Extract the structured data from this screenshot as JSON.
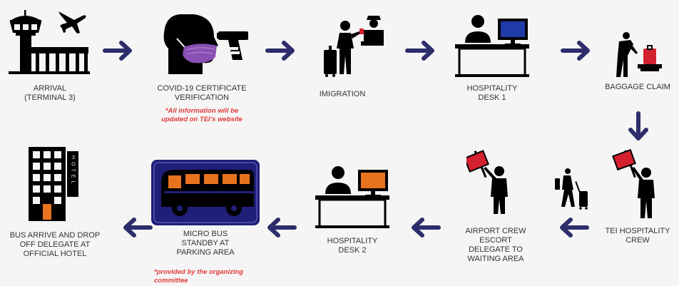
{
  "colors": {
    "arrow": "#2e2d6b",
    "icon": "#000000",
    "label": "#333333",
    "note": "#e03b3b",
    "purple": "#8a4fb3",
    "orange": "#e8731e",
    "red": "#d3212f",
    "navy": "#1f1f7a",
    "blue_screen": "#1f3ba8"
  },
  "steps": [
    {
      "id": "arrival",
      "icon": "airport-tower-plane-icon",
      "label": "ARRIVAL\n(TERMINAL 3)"
    },
    {
      "id": "covid",
      "icon": "mask-thermometer-icon",
      "label": "COVID-19 CERTIFICATE\nVERIFICATION",
      "note": "*All information will be\nupdated on TEI’s website"
    },
    {
      "id": "immigration",
      "icon": "passport-officer-icon",
      "label": "IMIGRATION"
    },
    {
      "id": "desk1",
      "icon": "reception-desk-icon",
      "label": "HOSPITALITY\nDESK 1"
    },
    {
      "id": "baggage",
      "icon": "baggage-claim-icon",
      "label": "BAGGAGE CLAIM"
    },
    {
      "id": "tei_crew",
      "icon": "sign-holder-icon",
      "label": "TEI HOSPITALITY\nCREW"
    },
    {
      "id": "airport_crew",
      "icon": "escort-crew-icon",
      "label": "AIRPORT CREW\nESCORT\nDELEGATE TO\nWAITING AREA"
    },
    {
      "id": "desk2",
      "icon": "reception-desk-icon",
      "label": "HOSPITALITY\nDESK 2"
    },
    {
      "id": "bus",
      "icon": "bus-icon",
      "label": "MICRO BUS\nSTANDBY AT\nPARKING AREA",
      "note": "*provided by the organizing\ncommittee"
    },
    {
      "id": "hotel",
      "icon": "hotel-building-icon",
      "label": "BUS ARRIVE AND DROP\nOFF DELEGATE AT\nOFFICIAL HOTEL"
    }
  ],
  "hotel_sign": "HOTEL"
}
